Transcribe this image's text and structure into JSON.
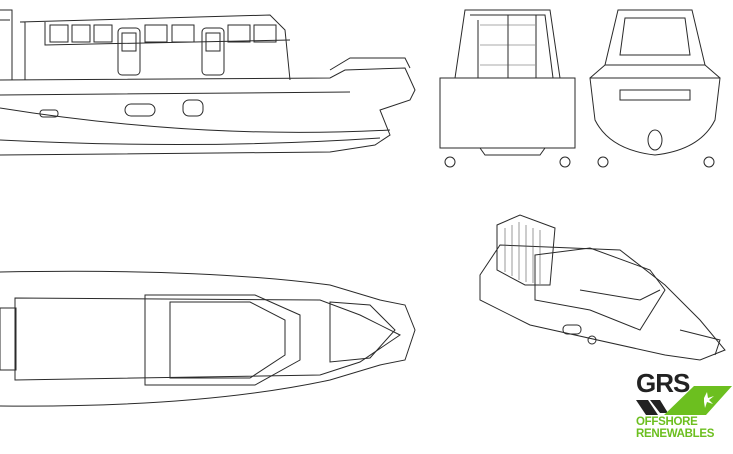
{
  "logo": {
    "brand": "GRS",
    "line1": "OFFSHORE",
    "line2": "RENEWABLES",
    "colors": {
      "dark": "#222222",
      "green": "#6cbf1f"
    }
  },
  "views": [
    "side-elevation",
    "front-elevation",
    "rear-elevation",
    "plan-view",
    "isometric-view"
  ]
}
